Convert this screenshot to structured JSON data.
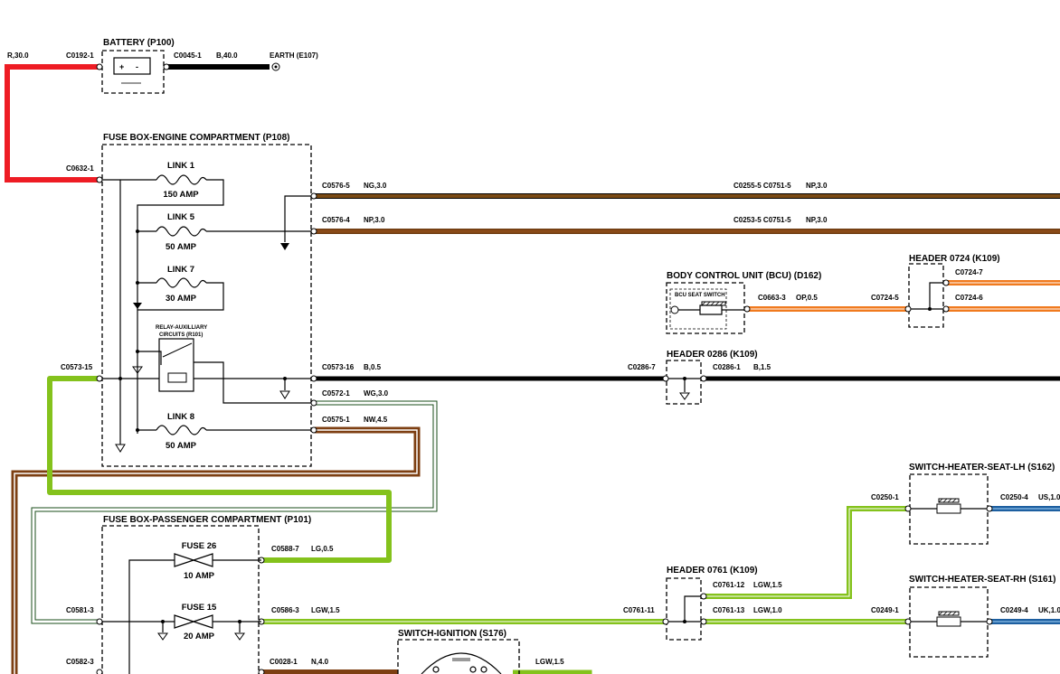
{
  "components": {
    "battery": "BATTERY (P100)",
    "fusebox_engine": "FUSE BOX-ENGINE COMPARTMENT (P108)",
    "fusebox_passenger": "FUSE BOX-PASSENGER COMPARTMENT (P101)",
    "bcu": "BODY CONTROL UNIT (BCU) (D162)",
    "bcu_inner": "BCU SEAT SWITCH",
    "header_0724": "HEADER 0724 (K109)",
    "header_0286": "HEADER 0286 (K109)",
    "header_0761": "HEADER 0761 (K109)",
    "switch_lh": "SWITCH-HEATER-SEAT-LH (S162)",
    "switch_rh": "SWITCH-HEATER-SEAT-RH (S161)",
    "switch_ign": "SWITCH-IGNITION (S176)",
    "relay_l1": "RELAY-AUXILLIARY",
    "relay_l2": "CIRCUITS (R101)"
  },
  "links": {
    "link1": "LINK 1",
    "link1_amp": "150 AMP",
    "link5": "LINK 5",
    "link5_amp": "50 AMP",
    "link7": "LINK 7",
    "link7_amp": "30 AMP",
    "link8": "LINK 8",
    "link8_amp": "50 AMP",
    "fuse26": "FUSE 26",
    "fuse26_amp": "10 AMP",
    "fuse15": "FUSE 15",
    "fuse15_amp": "20 AMP"
  },
  "labels": {
    "r30": "R,30.0",
    "c0192": "C0192-1",
    "c0045": "C0045-1",
    "b40": "B,40.0",
    "earth": "EARTH (E107)",
    "c0632": "C0632-1",
    "c0573_15": "C0573-15",
    "c0581": "C0581-3",
    "c0582": "C0582-3",
    "c0576_5": "C0576-5",
    "ng30": "NG,3.0",
    "c0255": "C0255-5 C0751-5",
    "np30a": "NP,3.0",
    "c0576_4": "C0576-4",
    "np30b": "NP,3.0",
    "c0253": "C0253-5 C0751-5",
    "np30c": "NP,3.0",
    "c0663": "C0663-3",
    "op05": "OP,0.5",
    "c0724_5": "C0724-5",
    "c0724_7": "C0724-7",
    "c0724_6": "C0724-6",
    "c0573_16": "C0573-16",
    "b05": "B,0.5",
    "c0286_7": "C0286-7",
    "c0286_1": "C0286-1",
    "b15": "B,1.5",
    "c0572": "C0572-1",
    "wg30": "WG,3.0",
    "c0575": "C0575-1",
    "nw45": "NW,4.5",
    "c0588": "C0588-7",
    "lg05": "LG,0.5",
    "c0586": "C0586-3",
    "lgw15a": "LGW,1.5",
    "c0761_11": "C0761-11",
    "c0761_12": "C0761-12",
    "lgw15b": "LGW,1.5",
    "c0761_13": "C0761-13",
    "lgw10": "LGW,1.0",
    "c0249_1": "C0249-1",
    "c0250_1": "C0250-1",
    "c0250_4": "C0250-4",
    "us10": "US,1.0",
    "c0249_4": "C0249-4",
    "uk10": "UK,1.0",
    "c0028": "C0028-1",
    "n40": "N,4.0",
    "lgw15c": "LGW,1.5"
  },
  "colors": {
    "red": "#ee1c24",
    "black": "#000000",
    "brown": "#7d3f12",
    "orange": "#f07a1e",
    "green": "#84c21c",
    "blue": "#2a6db3",
    "white": "#ffffff"
  }
}
